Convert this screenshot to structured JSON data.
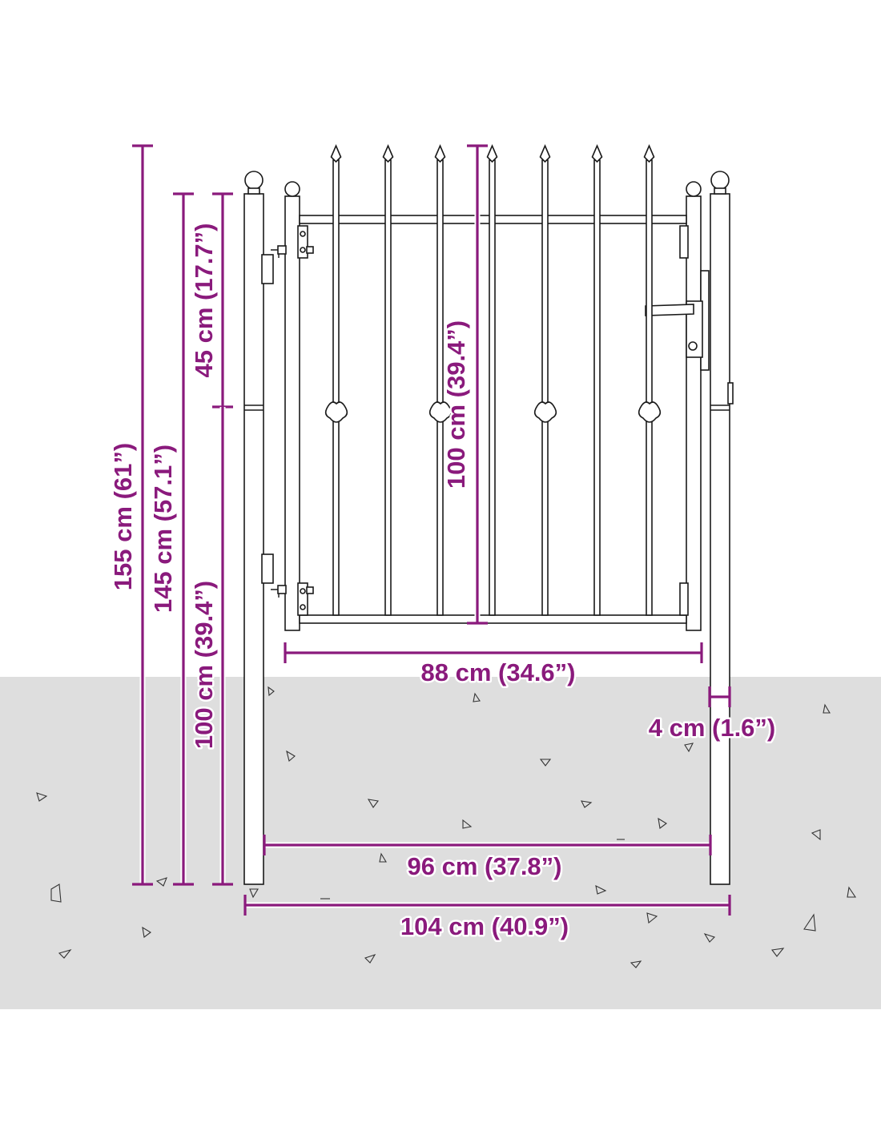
{
  "colors": {
    "dimension": "#8a1a7c",
    "ground": "#dedede",
    "outline": "#1a1a1a",
    "background": "#ffffff"
  },
  "dimensions": {
    "total_height": "155 cm (61”)",
    "post_height": "145 cm (57.1”)",
    "above_ground": "45 cm (17.7”)",
    "below_section": "100 cm (39.4”)",
    "gate_height": "100 cm (39.4”)",
    "gate_width": "88 cm (34.6”)",
    "post_width": "4 cm (1.6”)",
    "inner_width": "96 cm (37.8”)",
    "total_width": "104 cm (40.9”)"
  }
}
